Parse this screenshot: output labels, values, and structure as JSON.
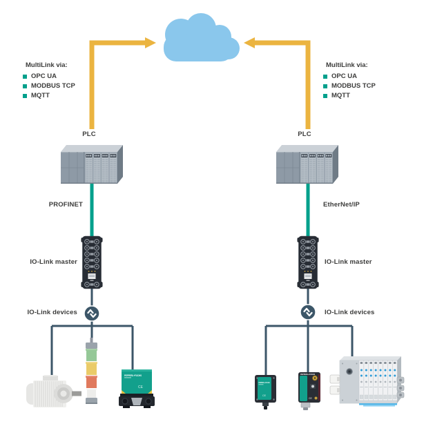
{
  "left": {
    "multilink_title": "MultiLink via:",
    "multilink_items": [
      "OPC UA",
      "MODBUS TCP",
      "MQTT"
    ],
    "plc_label": "PLC",
    "fieldbus_label": "PROFINET",
    "master_label": "IO-Link master",
    "devices_label": "IO-Link devices"
  },
  "right": {
    "multilink_title": "MultiLink via:",
    "multilink_items": [
      "OPC UA",
      "MODBUS TCP",
      "MQTT"
    ],
    "plc_label": "PLC",
    "fieldbus_label": "EtherNet/IP",
    "master_label": "IO-Link master",
    "devices_label": "IO-Link devices"
  },
  "devices": {
    "brand": "PEPPERL+FUCHS",
    "ce_mark": "CE"
  },
  "colors": {
    "accent_yellow": "#ebb440",
    "cloud_blue": "#8ac7ec",
    "teal": "#00a08c",
    "slate_line": "#3c5668",
    "device_green": "#12a08c",
    "valve_led_blue": "#2e9bd6",
    "text": "#3c3c3b"
  }
}
